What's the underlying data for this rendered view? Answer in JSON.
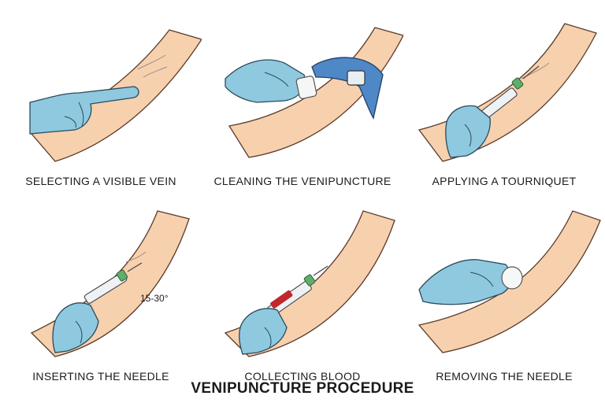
{
  "panels": [
    {
      "caption": "SELECTING A VISIBLE VEIN",
      "icon": "pointing-glove-icon"
    },
    {
      "caption": "CLEANING THE VENIPUNCTURE",
      "icon": "swab-glove-icon"
    },
    {
      "caption": "APPLYING A TOURNIQUET",
      "icon": "syringe-glove-icon"
    },
    {
      "caption": "INSERTING THE NEEDLE",
      "icon": "syringe-angle-icon",
      "angle_label": "15-30°"
    },
    {
      "caption": "COLLECTING BLOOD",
      "icon": "blood-syringe-icon"
    },
    {
      "caption": "REMOVING THE NEEDLE",
      "icon": "cotton-ball-icon"
    }
  ],
  "title": "VENIPUNCTURE PROCEDURE",
  "colors": {
    "skin": "#f7d0ae",
    "glove": "#8ec9df",
    "tourniquet": "#4f88c6",
    "needle_cap": "#5fae6a",
    "blood": "#c0282d"
  }
}
